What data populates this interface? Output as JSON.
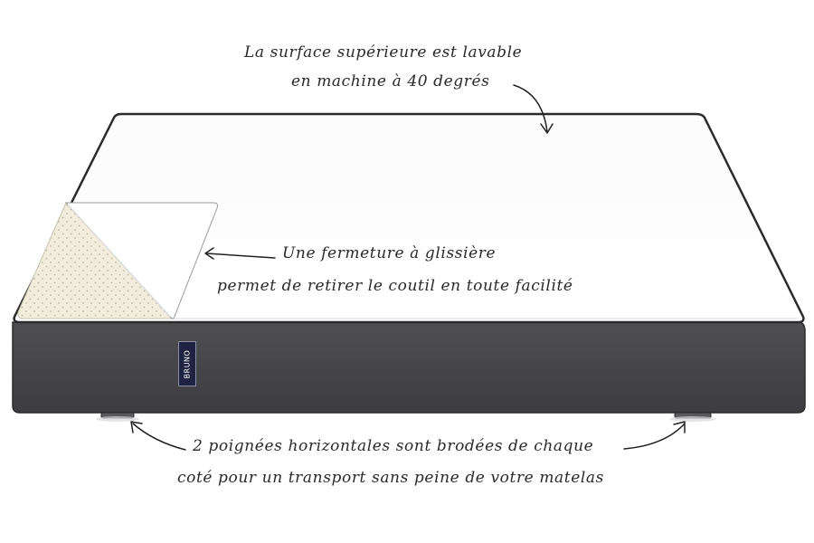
{
  "annotations": {
    "top": {
      "line1": "La surface supérieure est lavable",
      "line2": "en machine à 40 degrés"
    },
    "zipper": {
      "line1": "Une fermeture à glissière",
      "line2": "permet de retirer le coutil en toute facilité"
    },
    "handles": {
      "line1": "2 poignées horizontales sont brodées de chaque",
      "line2": "coté pour un transport sans peine de votre matelas"
    }
  },
  "product": {
    "brand_label": "BRUNO"
  },
  "colors": {
    "mattress_top": "#ffffff",
    "mattress_edge": "#2b2b2b",
    "side_fabric": "#4a4a4e",
    "foam": "#f1ecdc",
    "label_bg": "#1d2340"
  }
}
